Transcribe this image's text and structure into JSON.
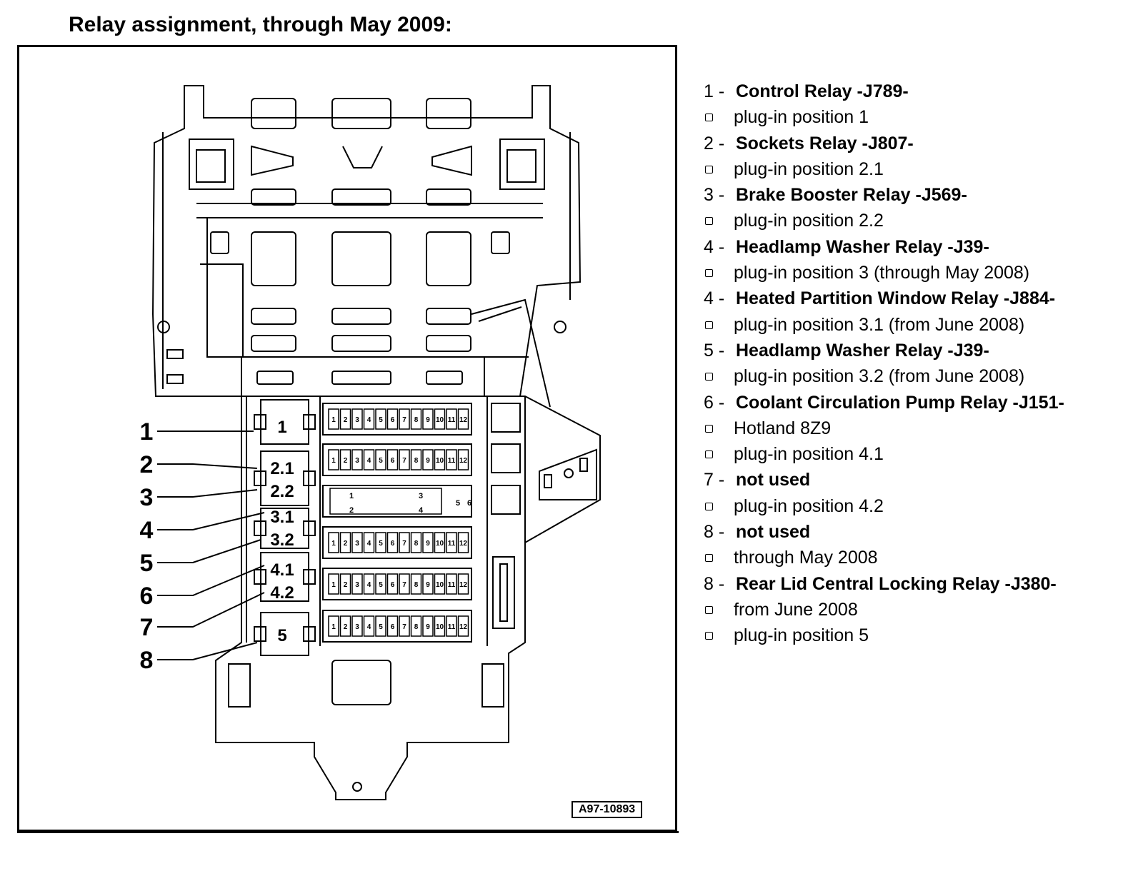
{
  "title": "Relay assignment, through May 2009:",
  "reference": "A97-10893",
  "callouts": [
    "1",
    "2",
    "3",
    "4",
    "5",
    "6",
    "7",
    "8"
  ],
  "slot_labels": [
    "1",
    "2.1",
    "2.2",
    "3.1",
    "3.2",
    "4.1",
    "4.2",
    "5"
  ],
  "fuse_numbers": [
    "1",
    "2",
    "3",
    "4",
    "5",
    "6",
    "7",
    "8",
    "9",
    "10",
    "11",
    "12"
  ],
  "mini_fuse_numbers": [
    "1",
    "2",
    "3",
    "4",
    "5",
    "6"
  ],
  "legend": [
    {
      "kind": "item",
      "num": "1 -",
      "text": "Control Relay -J789-"
    },
    {
      "kind": "sub",
      "text": "plug-in position 1"
    },
    {
      "kind": "item",
      "num": "2 -",
      "text": "Sockets Relay -J807-"
    },
    {
      "kind": "sub",
      "text": "plug-in position 2.1"
    },
    {
      "kind": "item",
      "num": "3 -",
      "text": "Brake Booster Relay -J569-"
    },
    {
      "kind": "sub",
      "text": "plug-in position 2.2"
    },
    {
      "kind": "item",
      "num": "4 -",
      "text": "Headlamp Washer Relay -J39-"
    },
    {
      "kind": "sub",
      "text": "plug-in position 3 (through May 2008)"
    },
    {
      "kind": "item",
      "num": "4 -",
      "text": "Heated Partition Window Relay -J884-"
    },
    {
      "kind": "sub",
      "text": "plug-in position 3.1 (from June 2008)"
    },
    {
      "kind": "item",
      "num": "5 -",
      "text": "Headlamp Washer Relay -J39-"
    },
    {
      "kind": "sub",
      "text": "plug-in position 3.2 (from June 2008)"
    },
    {
      "kind": "item",
      "num": "6 -",
      "text": "Coolant Circulation Pump Relay -J151-"
    },
    {
      "kind": "sub",
      "text": "Hotland 8Z9"
    },
    {
      "kind": "sub",
      "text": "plug-in position 4.1"
    },
    {
      "kind": "item",
      "num": "7 -",
      "text": "not used"
    },
    {
      "kind": "sub",
      "text": "plug-in position 4.2"
    },
    {
      "kind": "item",
      "num": "8 -",
      "text": "not used"
    },
    {
      "kind": "sub",
      "text": "through May 2008"
    },
    {
      "kind": "item",
      "num": "8 -",
      "text": "Rear Lid Central Locking Relay -J380-"
    },
    {
      "kind": "sub",
      "text": "from June 2008"
    },
    {
      "kind": "sub",
      "text": "plug-in position 5"
    }
  ]
}
